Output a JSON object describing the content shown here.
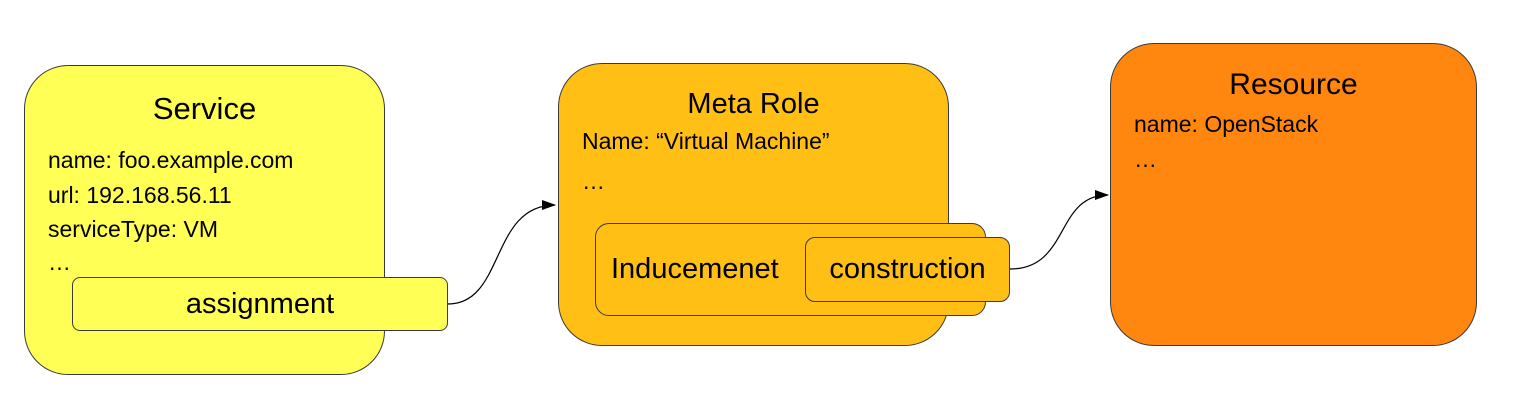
{
  "service": {
    "title": "Service",
    "lines": [
      "name: foo.example.com",
      "url: 192.168.56.11",
      "serviceType: VM",
      "…"
    ],
    "assignment_label": "assignment",
    "color": "#ffff55"
  },
  "meta_role": {
    "title": "Meta Role",
    "lines": [
      "Name: “Virtual Machine”",
      "…"
    ],
    "inducement_label": "Inducemenet",
    "construction_label": "construction",
    "color": "#ffbf14"
  },
  "resource": {
    "title": "Resource",
    "lines": [
      "name: OpenStack",
      "…"
    ],
    "color": "#ff870f"
  }
}
